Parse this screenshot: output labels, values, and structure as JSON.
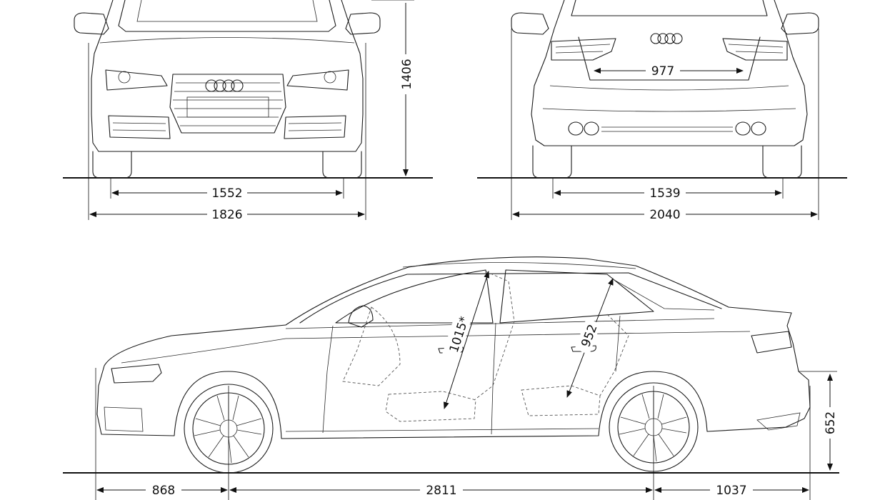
{
  "dimensions": {
    "front_track": "1552",
    "front_width": "1826",
    "height": "1406",
    "rear_track": "1539",
    "rear_width_mirrors": "2040",
    "trunk_opening": "977",
    "headroom_front": "1015*",
    "headroom_rear": "952",
    "front_overhang": "868",
    "wheelbase": "2811",
    "rear_overhang": "1037",
    "trunk_sill_height": "652"
  },
  "icons": {
    "logo": "four-rings-logo",
    "wheel": "alloy-wheel"
  }
}
